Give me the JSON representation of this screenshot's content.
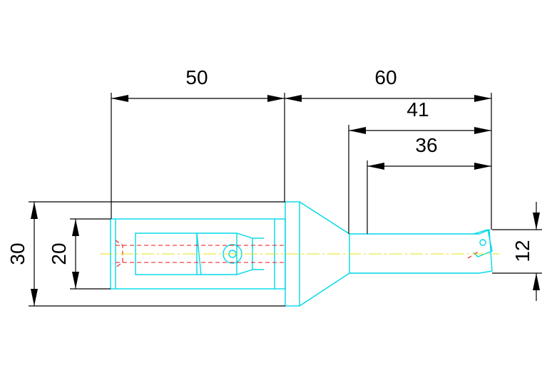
{
  "drawing": {
    "dimensions": {
      "shank_length": "50",
      "overall_length": "60",
      "length_41": "41",
      "length_36": "36",
      "shank_diameter": "30",
      "bore_diameter": "20",
      "cutting_diameter": "12"
    },
    "colors": {
      "dimension": "#000000",
      "outline": "#00d8e8",
      "hidden": "#e8141e",
      "centerline": "#e8e010"
    }
  }
}
